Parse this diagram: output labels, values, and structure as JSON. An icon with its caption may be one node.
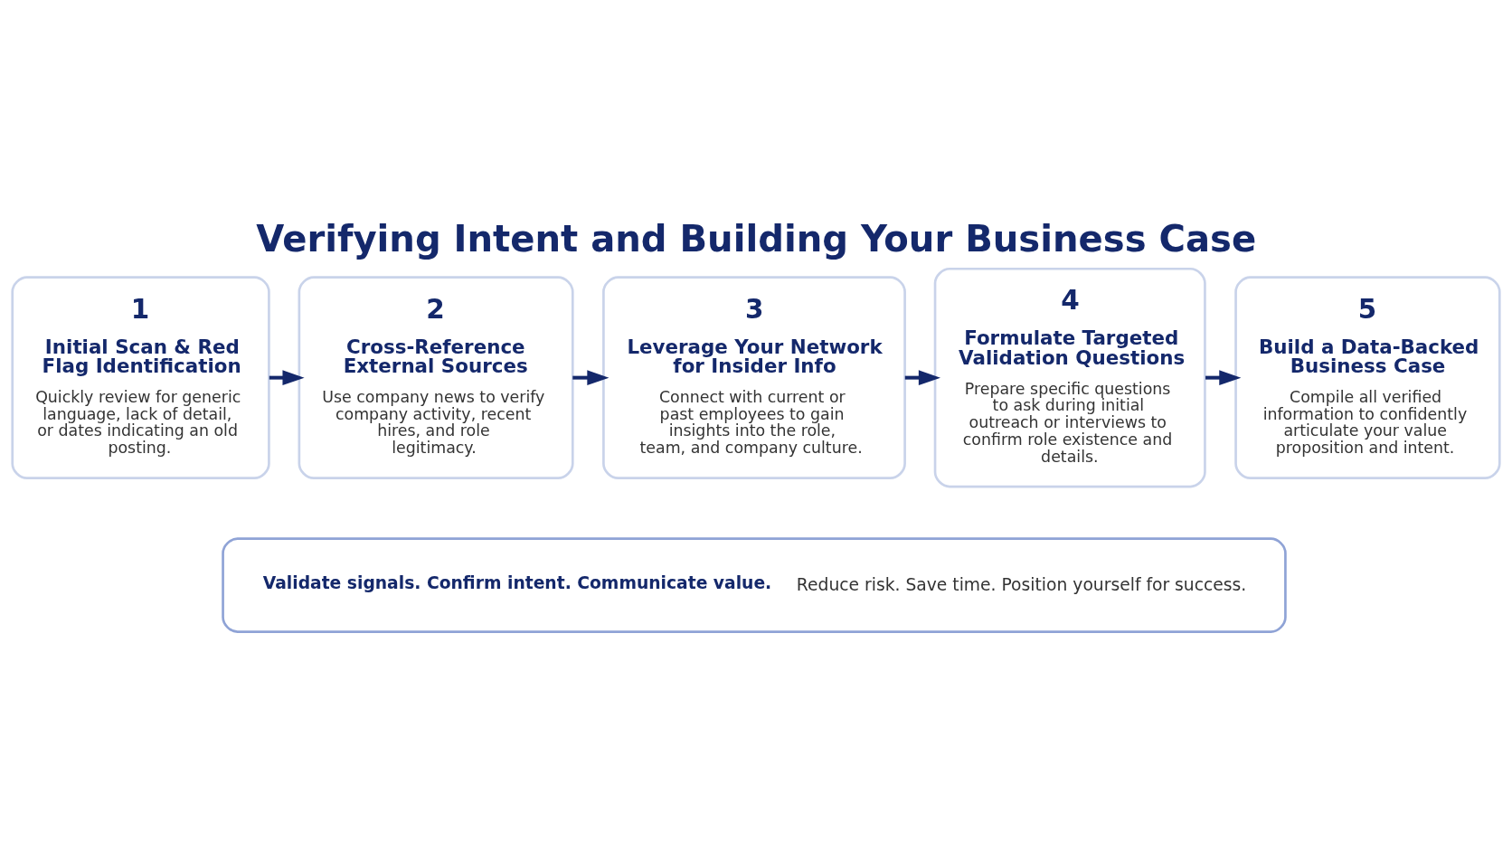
{
  "diagram": {
    "title": "Verifying Intent and Building Your Business Case",
    "nodes": [
      {
        "text": [
          "1",
          "Initial Scan & Red Flag Identification",
          "Quickly review for generic language, lack of detail, or dates indicating an old posting."
        ]
      },
      {
        "text": [
          "2",
          "Cross-Reference External Sources",
          "Use company news to verify company activity, recent hires, and role legitimacy."
        ]
      },
      {
        "text": [
          "3",
          "Leverage Your Network for Insider Info",
          "Connect with current or past employees to gain insights into the role, team, and company culture."
        ]
      },
      {
        "text": [
          "4",
          "Formulate Targeted Validation Questions",
          "Prepare specific questions to ask during initial outreach or interviews to confirm role existence and details."
        ]
      },
      {
        "text": [
          "5",
          "Build a Data-Backed Business Case",
          "Compile all verified information to confidently articulate your value proposition and intent."
        ]
      },
      {
        "text": [
          "Validate signals. Confirm intent. Communicate value.",
          "Reduce risk. Save time. Position yourself for success."
        ]
      }
    ],
    "edges": [
      {
        "from": 0,
        "to": 1,
        "arrow": "to"
      },
      {
        "from": 1,
        "to": 2,
        "arrow": "to"
      },
      {
        "from": 2,
        "to": 3,
        "arrow": "to"
      },
      {
        "from": 3,
        "to": 4,
        "arrow": "to"
      }
    ]
  }
}
